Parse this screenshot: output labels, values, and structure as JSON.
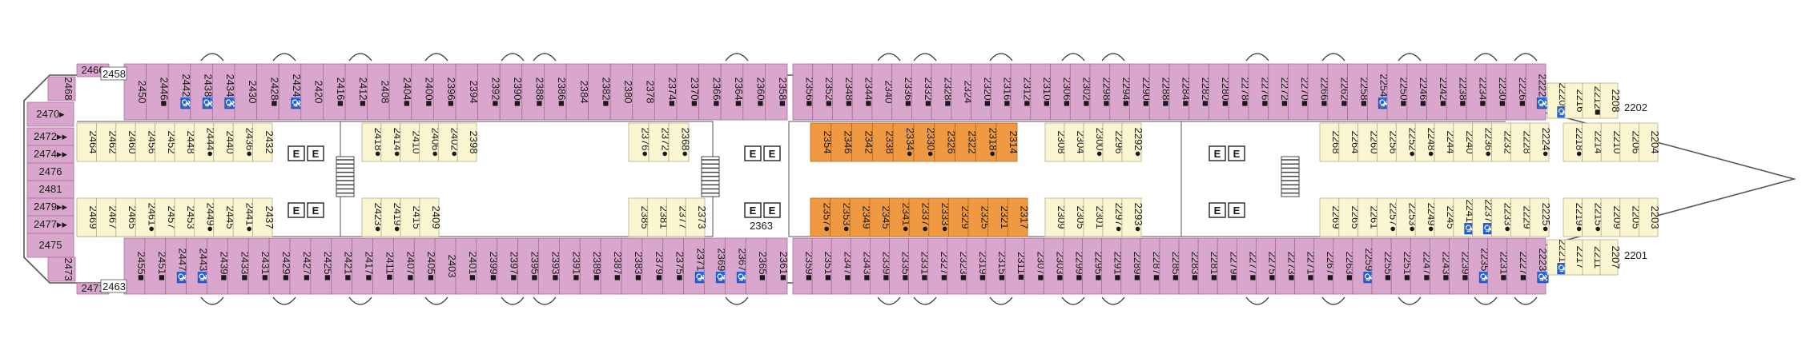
{
  "colors": {
    "balcony": "#d9a6cd",
    "balcony_edge": "#a86f9b",
    "inside": "#fbf6d2",
    "inside_edge": "#b7af86",
    "suite": "#ef9a43",
    "suite_edge": "#b86a1c",
    "line": "#555555",
    "hull_fill": "#ffffff"
  },
  "top_outer": [
    {
      "n": "2450",
      "sym": ""
    },
    {
      "n": "2446",
      "sym": "■"
    },
    {
      "n": "2442",
      "sym": "♿"
    },
    {
      "n": "2438",
      "sym": "♿"
    },
    {
      "n": "2434",
      "sym": "♿"
    },
    {
      "n": "2430",
      "sym": ""
    },
    {
      "n": "2428",
      "sym": "■"
    },
    {
      "n": "2424",
      "sym": "♿"
    },
    {
      "n": "2420",
      "sym": ""
    },
    {
      "n": "2416",
      "sym": "■"
    },
    {
      "n": "2412",
      "sym": "■"
    },
    {
      "n": "2408",
      "sym": ""
    },
    {
      "n": "2404",
      "sym": "■"
    },
    {
      "n": "2400",
      "sym": "■"
    },
    {
      "n": "2396",
      "sym": "■"
    },
    {
      "n": "2394",
      "sym": ""
    },
    {
      "n": "2392",
      "sym": "■"
    },
    {
      "n": "2390",
      "sym": "■"
    },
    {
      "n": "2388",
      "sym": "■"
    },
    {
      "n": "2386",
      "sym": "■"
    },
    {
      "n": "2384",
      "sym": ""
    },
    {
      "n": "2382",
      "sym": "■"
    },
    {
      "n": "2380",
      "sym": ""
    },
    {
      "n": "2378",
      "sym": ""
    },
    {
      "n": "2374",
      "sym": "■"
    },
    {
      "n": "2370",
      "sym": "■"
    },
    {
      "n": "2366",
      "sym": "■"
    },
    {
      "n": "2364",
      "sym": "■"
    },
    {
      "n": "2360",
      "sym": "■"
    },
    {
      "n": "2358",
      "sym": "■"
    },
    {
      "n": "2356",
      "sym": "■"
    },
    {
      "n": "2352",
      "sym": "■"
    },
    {
      "n": "2348",
      "sym": "■"
    },
    {
      "n": "2344",
      "sym": "■"
    },
    {
      "n": "2340",
      "sym": ""
    },
    {
      "n": "2336",
      "sym": "■"
    },
    {
      "n": "2332",
      "sym": "■"
    },
    {
      "n": "2328",
      "sym": "■"
    },
    {
      "n": "2324",
      "sym": ""
    },
    {
      "n": "2320",
      "sym": "■"
    },
    {
      "n": "2316",
      "sym": "■"
    },
    {
      "n": "2312",
      "sym": "■"
    },
    {
      "n": "2310",
      "sym": "■"
    },
    {
      "n": "2306",
      "sym": "■"
    },
    {
      "n": "2302",
      "sym": "■"
    },
    {
      "n": "2298",
      "sym": "■"
    },
    {
      "n": "2294",
      "sym": "■"
    },
    {
      "n": "2290",
      "sym": "■"
    },
    {
      "n": "2288",
      "sym": "■"
    },
    {
      "n": "2284",
      "sym": "■"
    },
    {
      "n": "2282",
      "sym": "■"
    },
    {
      "n": "2280",
      "sym": "■"
    },
    {
      "n": "2278",
      "sym": "■"
    },
    {
      "n": "2276",
      "sym": "■"
    },
    {
      "n": "2272",
      "sym": "■"
    },
    {
      "n": "2270",
      "sym": "■"
    },
    {
      "n": "2266",
      "sym": "■"
    },
    {
      "n": "2262",
      "sym": "■"
    },
    {
      "n": "2258",
      "sym": "■"
    },
    {
      "n": "2254",
      "sym": "♿"
    },
    {
      "n": "2250",
      "sym": "■"
    },
    {
      "n": "2246",
      "sym": "■"
    },
    {
      "n": "2242",
      "sym": "■"
    },
    {
      "n": "2238",
      "sym": "■"
    },
    {
      "n": "2234",
      "sym": "■"
    },
    {
      "n": "2230",
      "sym": "■"
    },
    {
      "n": "2226",
      "sym": "■"
    },
    {
      "n": "2222",
      "sym": "♿"
    }
  ],
  "bottom_outer": [
    {
      "n": "2455",
      "sym": "■"
    },
    {
      "n": "2451",
      "sym": "■"
    },
    {
      "n": "2447",
      "sym": "♿"
    },
    {
      "n": "2443",
      "sym": "♿"
    },
    {
      "n": "2439",
      "sym": "■"
    },
    {
      "n": "2433",
      "sym": "■"
    },
    {
      "n": "2431",
      "sym": "■"
    },
    {
      "n": "2429",
      "sym": "■"
    },
    {
      "n": "2427",
      "sym": "■"
    },
    {
      "n": "2425",
      "sym": "■"
    },
    {
      "n": "2421",
      "sym": "■"
    },
    {
      "n": "2417",
      "sym": "■"
    },
    {
      "n": "2411",
      "sym": "■"
    },
    {
      "n": "2407",
      "sym": "■"
    },
    {
      "n": "2405",
      "sym": "■"
    },
    {
      "n": "2403",
      "sym": ""
    },
    {
      "n": "2401",
      "sym": "■"
    },
    {
      "n": "2399",
      "sym": "■"
    },
    {
      "n": "2397",
      "sym": "■"
    },
    {
      "n": "2395",
      "sym": "■"
    },
    {
      "n": "2393",
      "sym": "■"
    },
    {
      "n": "2391",
      "sym": "■"
    },
    {
      "n": "2389",
      "sym": "■"
    },
    {
      "n": "2387",
      "sym": "■"
    },
    {
      "n": "2383",
      "sym": "■"
    },
    {
      "n": "2379",
      "sym": "■"
    },
    {
      "n": "2375",
      "sym": "■"
    },
    {
      "n": "2371",
      "sym": "♿"
    },
    {
      "n": "2369",
      "sym": "♿"
    },
    {
      "n": "2367",
      "sym": "♿"
    },
    {
      "n": "2365",
      "sym": "■"
    },
    {
      "n": "2361",
      "sym": "■"
    },
    {
      "n": "2359",
      "sym": "■"
    },
    {
      "n": "2351",
      "sym": "■"
    },
    {
      "n": "2347",
      "sym": "■"
    },
    {
      "n": "2343",
      "sym": "■"
    },
    {
      "n": "2339",
      "sym": "■"
    },
    {
      "n": "2335",
      "sym": "■"
    },
    {
      "n": "2331",
      "sym": "■"
    },
    {
      "n": "2327",
      "sym": "■"
    },
    {
      "n": "2323",
      "sym": "■"
    },
    {
      "n": "2319",
      "sym": "■"
    },
    {
      "n": "2315",
      "sym": "■"
    },
    {
      "n": "2311",
      "sym": "■"
    },
    {
      "n": "2307",
      "sym": "■"
    },
    {
      "n": "2303",
      "sym": "■"
    },
    {
      "n": "2299",
      "sym": "■"
    },
    {
      "n": "2295",
      "sym": "■"
    },
    {
      "n": "2291",
      "sym": "■"
    },
    {
      "n": "2289",
      "sym": "■"
    },
    {
      "n": "2287",
      "sym": "■"
    },
    {
      "n": "2285",
      "sym": "■"
    },
    {
      "n": "2283",
      "sym": "■"
    },
    {
      "n": "2281",
      "sym": "■"
    },
    {
      "n": "2279",
      "sym": "■"
    },
    {
      "n": "2277",
      "sym": "■"
    },
    {
      "n": "2275",
      "sym": "■"
    },
    {
      "n": "2273",
      "sym": "■"
    },
    {
      "n": "2271",
      "sym": "■"
    },
    {
      "n": "2267",
      "sym": "■"
    },
    {
      "n": "2263",
      "sym": "■"
    },
    {
      "n": "2259",
      "sym": "♿"
    },
    {
      "n": "2255",
      "sym": "■"
    },
    {
      "n": "2251",
      "sym": "■"
    },
    {
      "n": "2247",
      "sym": "■"
    },
    {
      "n": "2243",
      "sym": "■"
    },
    {
      "n": "2239",
      "sym": "■"
    },
    {
      "n": "2235",
      "sym": "♿"
    },
    {
      "n": "2231",
      "sym": "■"
    },
    {
      "n": "2227",
      "sym": "■"
    },
    {
      "n": "2223",
      "sym": "♿"
    }
  ],
  "stern": {
    "corner_top": [
      {
        "n": "2466",
        "sym": ""
      },
      {
        "n": "2468",
        "sym": ""
      },
      {
        "n": "2470",
        "sym": "▸"
      }
    ],
    "corner_bottom": [
      {
        "n": "2471",
        "sym": ""
      },
      {
        "n": "2473",
        "sym": ""
      },
      {
        "n": "2475",
        "sym": ""
      }
    ],
    "column": [
      {
        "n": "2472",
        "sym": "▸▸"
      },
      {
        "n": "2474",
        "sym": "▸▸"
      },
      {
        "n": "2476",
        "sym": ""
      },
      {
        "n": "2481",
        "sym": ""
      },
      {
        "n": "2479",
        "sym": "▸▸"
      },
      {
        "n": "2477",
        "sym": "▸▸"
      }
    ],
    "label_top": "2458",
    "label_bottom": "2463"
  },
  "inside_top": {
    "aft": [
      {
        "n": "2464",
        "sym": ""
      },
      {
        "n": "2462",
        "sym": ""
      },
      {
        "n": "2460",
        "sym": ""
      },
      {
        "n": "2456",
        "sym": ""
      },
      {
        "n": "2452",
        "sym": ""
      },
      {
        "n": "2448",
        "sym": ""
      },
      {
        "n": "2444",
        "sym": "●"
      },
      {
        "n": "2440",
        "sym": ""
      },
      {
        "n": "2436",
        "sym": "●"
      },
      {
        "n": "2432",
        "sym": ""
      }
    ],
    "aft_mid": [
      {
        "n": "2418",
        "sym": "●"
      },
      {
        "n": "2414",
        "sym": "●"
      },
      {
        "n": "2410",
        "sym": ""
      },
      {
        "n": "2406",
        "sym": "●"
      },
      {
        "n": "2402",
        "sym": "●"
      },
      {
        "n": "2398",
        "sym": ""
      }
    ],
    "mid": [
      {
        "n": "2376",
        "sym": "●"
      },
      {
        "n": "2372",
        "sym": "●"
      },
      {
        "n": "2368",
        "sym": "●"
      }
    ],
    "suites": [
      {
        "n": "2354",
        "sym": ""
      },
      {
        "n": "2346",
        "sym": ""
      },
      {
        "n": "2342",
        "sym": ""
      },
      {
        "n": "2338",
        "sym": ""
      },
      {
        "n": "2334",
        "sym": "●"
      },
      {
        "n": "2330",
        "sym": "●"
      },
      {
        "n": "2326",
        "sym": ""
      },
      {
        "n": "2322",
        "sym": ""
      },
      {
        "n": "2318",
        "sym": "●"
      },
      {
        "n": "2314",
        "sym": ""
      }
    ],
    "fwd_mid": [
      {
        "n": "2308",
        "sym": ""
      },
      {
        "n": "2304",
        "sym": ""
      },
      {
        "n": "2300",
        "sym": "●"
      },
      {
        "n": "2296",
        "sym": ""
      },
      {
        "n": "2292",
        "sym": "●"
      }
    ],
    "fwd": [
      {
        "n": "2268",
        "sym": ""
      },
      {
        "n": "2264",
        "sym": ""
      },
      {
        "n": "2260",
        "sym": ""
      },
      {
        "n": "2256",
        "sym": ""
      },
      {
        "n": "2252",
        "sym": "●"
      },
      {
        "n": "2248",
        "sym": "●"
      },
      {
        "n": "2244",
        "sym": ""
      },
      {
        "n": "2240",
        "sym": ""
      },
      {
        "n": "2236",
        "sym": "●"
      },
      {
        "n": "2232",
        "sym": ""
      },
      {
        "n": "2228",
        "sym": ""
      },
      {
        "n": "2224",
        "sym": "●"
      }
    ],
    "bow": [
      {
        "n": "2218",
        "sym": "●"
      },
      {
        "n": "2214",
        "sym": ""
      },
      {
        "n": "2210",
        "sym": ""
      },
      {
        "n": "2206",
        "sym": ""
      },
      {
        "n": "2204",
        "sym": ""
      }
    ]
  },
  "inside_bottom": {
    "aft": [
      {
        "n": "2469",
        "sym": ""
      },
      {
        "n": "2467",
        "sym": ""
      },
      {
        "n": "2465",
        "sym": ""
      },
      {
        "n": "2461",
        "sym": "●"
      },
      {
        "n": "2457",
        "sym": ""
      },
      {
        "n": "2453",
        "sym": ""
      },
      {
        "n": "2449",
        "sym": "●"
      },
      {
        "n": "2445",
        "sym": ""
      },
      {
        "n": "2441",
        "sym": "●"
      },
      {
        "n": "2437",
        "sym": ""
      }
    ],
    "aft_mid": [
      {
        "n": "2423",
        "sym": "●"
      },
      {
        "n": "2419",
        "sym": "●"
      },
      {
        "n": "2415",
        "sym": ""
      },
      {
        "n": "2409",
        "sym": ""
      }
    ],
    "mid": [
      {
        "n": "2385",
        "sym": ""
      },
      {
        "n": "2381",
        "sym": ""
      },
      {
        "n": "2377",
        "sym": ""
      },
      {
        "n": "2373",
        "sym": ""
      }
    ],
    "suites": [
      {
        "n": "2357",
        "sym": "●"
      },
      {
        "n": "2353",
        "sym": "●"
      },
      {
        "n": "2349",
        "sym": ""
      },
      {
        "n": "2345",
        "sym": ""
      },
      {
        "n": "2341",
        "sym": "●"
      },
      {
        "n": "2337",
        "sym": "●"
      },
      {
        "n": "2333",
        "sym": "●"
      },
      {
        "n": "2329",
        "sym": ""
      },
      {
        "n": "2325",
        "sym": ""
      },
      {
        "n": "2321",
        "sym": ""
      },
      {
        "n": "2317",
        "sym": ""
      }
    ],
    "fwd_mid": [
      {
        "n": "2309",
        "sym": ""
      },
      {
        "n": "2305",
        "sym": ""
      },
      {
        "n": "2301",
        "sym": ""
      },
      {
        "n": "2297",
        "sym": "●"
      },
      {
        "n": "2293",
        "sym": "●"
      }
    ],
    "fwd": [
      {
        "n": "2269",
        "sym": ""
      },
      {
        "n": "2265",
        "sym": ""
      },
      {
        "n": "2261",
        "sym": ""
      },
      {
        "n": "2257",
        "sym": "●"
      },
      {
        "n": "2253",
        "sym": "●"
      },
      {
        "n": "2249",
        "sym": "●"
      },
      {
        "n": "2245",
        "sym": ""
      },
      {
        "n": "2241",
        "sym": "♿"
      },
      {
        "n": "2237",
        "sym": "♿"
      },
      {
        "n": "2233",
        "sym": "●"
      },
      {
        "n": "2229",
        "sym": ""
      },
      {
        "n": "2225",
        "sym": "●"
      }
    ],
    "bow": [
      {
        "n": "2219",
        "sym": "●"
      },
      {
        "n": "2215",
        "sym": "●"
      },
      {
        "n": "2209",
        "sym": ""
      },
      {
        "n": "2205",
        "sym": ""
      },
      {
        "n": "2203",
        "sym": ""
      }
    ]
  },
  "bow_top": [
    {
      "n": "2220",
      "sym": "♿"
    },
    {
      "n": "2216",
      "sym": ""
    },
    {
      "n": "2212",
      "sym": "■"
    },
    {
      "n": "2208",
      "sym": ""
    }
  ],
  "bow_bottom": [
    {
      "n": "2221",
      "sym": "♿"
    },
    {
      "n": "2217",
      "sym": ""
    },
    {
      "n": "2211",
      "sym": ""
    },
    {
      "n": "2207",
      "sym": ""
    }
  ],
  "bow_labels": {
    "top": "2202",
    "bottom": "2201"
  },
  "label_2363": "2363",
  "elevator_letter": "E"
}
